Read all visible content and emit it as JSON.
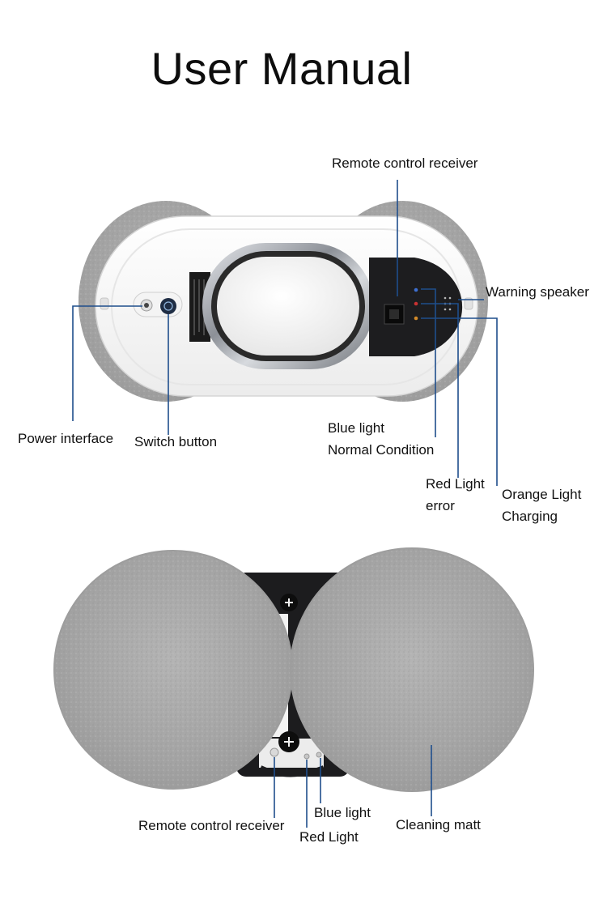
{
  "page": {
    "title": "User Manual"
  },
  "top_view": {
    "labels": {
      "remote_receiver": "Remote control receiver",
      "warning_speaker": "Warning speaker",
      "power_interface": "Power interface",
      "switch_button": "Switch button",
      "blue_light": [
        "Blue light",
        "Normal Condition"
      ],
      "red_light": [
        "Red Light",
        "error"
      ],
      "orange_light": [
        "Orange Light",
        "Charging"
      ]
    }
  },
  "bottom_view": {
    "labels": {
      "remote_receiver": "Remote control receiver",
      "red_light": "Red Light",
      "blue_light": "Blue light",
      "cleaning_matt": "Cleaning matt"
    }
  },
  "colors": {
    "leader_line": "#1f4e8c",
    "pad_gray": "#a9a9a9",
    "body_white": "#f7f7f7",
    "chrome": "#b8bcc2",
    "dark_panel": "#1c1c1e"
  }
}
